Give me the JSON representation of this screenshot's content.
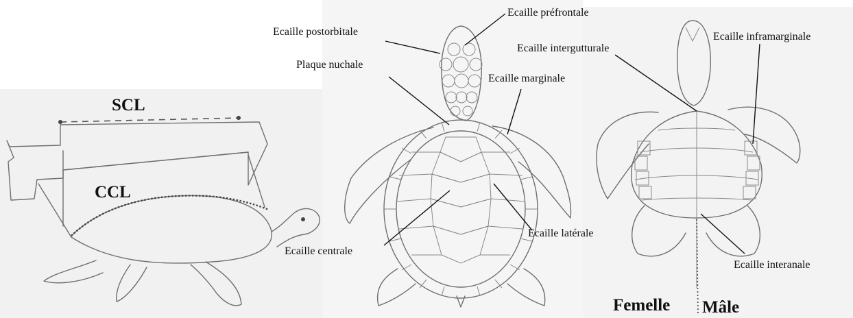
{
  "figure": {
    "measure": {
      "scl": "SCL",
      "ccl": "CCL"
    },
    "dorsal_labels": {
      "prefrontal": "Ecaille préfrontale",
      "postorbital": "Ecaille postorbitale",
      "nuchal": "Plaque nuchale",
      "marginal": "Ecaille marginale",
      "lateral": "Ecaille latérale",
      "central": "Ecaille centrale"
    },
    "ventral_labels": {
      "intergular": "Ecaille intergutturale",
      "inframarginal": "Ecaille inframarginale",
      "interanal": "Ecaille interanale"
    },
    "sex_labels": {
      "female": "Femelle",
      "male": "Mâle"
    }
  }
}
